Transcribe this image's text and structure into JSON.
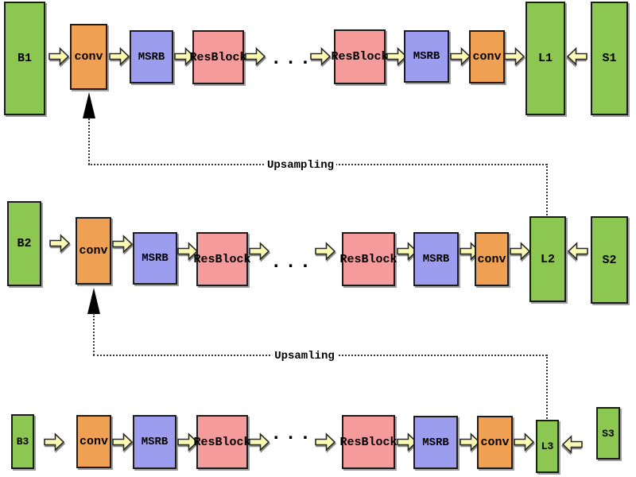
{
  "diagram": {
    "title_hint": "multi-branch super-resolution network diagram",
    "block_labels": {
      "conv": "conv",
      "msrb": "MSRB",
      "resblock": "ResBlock"
    },
    "ellipsis": "...",
    "rows": [
      {
        "input": "B1",
        "output": "L1",
        "skip": "S1"
      },
      {
        "input": "B2",
        "output": "L2",
        "skip": "S2"
      },
      {
        "input": "B3",
        "output": "L3",
        "skip": "S3"
      }
    ],
    "connections": [
      {
        "label": "Upsampling"
      },
      {
        "label": "Upsamling"
      }
    ],
    "colors": {
      "io_green": "#8CC751",
      "conv_orange": "#F0A052",
      "msrb_purple": "#9D9DF0",
      "resblock_pink": "#F59B9B",
      "arrow_fill": "#FAFAB4",
      "arrow_stroke": "#2B2B2B",
      "dashed_line": "#3A3A3A"
    }
  }
}
